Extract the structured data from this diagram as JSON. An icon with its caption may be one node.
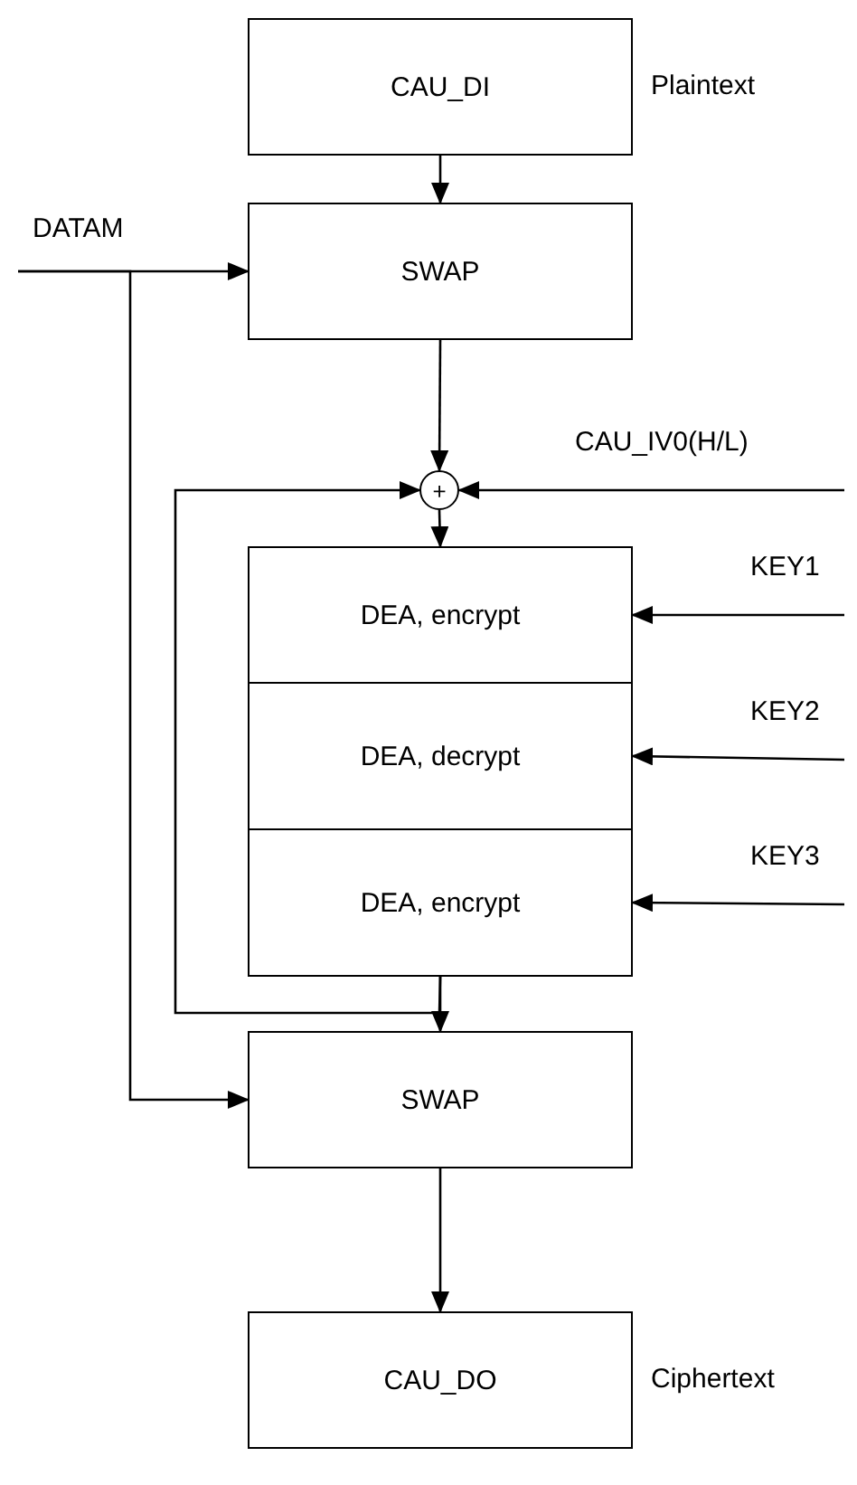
{
  "diagram": {
    "nodes": [
      {
        "text": [
          "CAU_DI"
        ],
        "beside": [
          "Plaintext"
        ]
      },
      {
        "text": [
          "SWAP"
        ]
      },
      {
        "text": [
          "+"
        ]
      },
      {
        "text": [
          "DEA, encrypt"
        ]
      },
      {
        "text": [
          "DEA, decrypt"
        ]
      },
      {
        "text": [
          "DEA, encrypt"
        ]
      },
      {
        "text": [
          "SWAP"
        ]
      },
      {
        "text": [
          "CAU_DO"
        ],
        "beside": [
          "Ciphertext"
        ]
      }
    ],
    "edges": [
      {
        "from": 0,
        "to": 1,
        "arrow": "to"
      },
      {
        "from": null,
        "to": 1,
        "arrow": "to",
        "label": "DATAM"
      },
      {
        "from": null,
        "to": 6,
        "arrow": "to"
      },
      {
        "from": 1,
        "to": 2,
        "arrow": "to"
      },
      {
        "from": null,
        "to": 2,
        "arrow": "to",
        "label": "CAU_IV0(H/L)"
      },
      {
        "from": 2,
        "to": 3,
        "arrow": "to"
      },
      {
        "from": null,
        "to": 3,
        "arrow": "to",
        "label": "KEY1"
      },
      {
        "from": null,
        "to": 4,
        "arrow": "to",
        "label": "KEY2"
      },
      {
        "from": null,
        "to": 5,
        "arrow": "to",
        "label": "KEY3"
      },
      {
        "from": 5,
        "to": 6,
        "arrow": "to"
      },
      {
        "from": 5,
        "to": 2,
        "arrow": "to"
      },
      {
        "from": 6,
        "to": 7,
        "arrow": "to"
      }
    ]
  }
}
